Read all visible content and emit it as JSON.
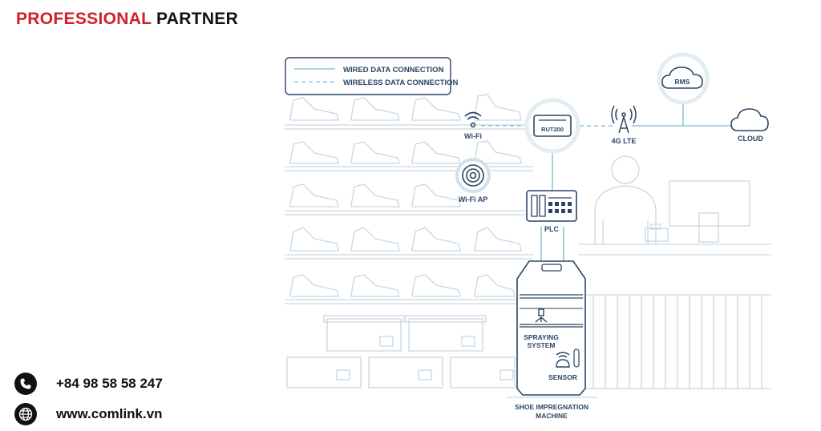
{
  "brand": {
    "part1": "PROFESSIONAL",
    "part2": "PARTNER"
  },
  "contact": {
    "phone": "+84 98 58 58 247",
    "website": "www.comlink.vn"
  },
  "legend": {
    "wired": "WIRED DATA CONNECTION",
    "wireless": "WIRELESS DATA CONNECTION"
  },
  "nodes": {
    "wifi": "Wi-Fi",
    "wifi_ap": "Wi-Fi AP",
    "router": "RUT200",
    "lte": "4G LTE",
    "rms": "RMS",
    "cloud": "CLOUD",
    "plc": "PLC",
    "spraying_1": "SPRAYING",
    "spraying_2": "SYSTEM",
    "sensor": "SENSOR",
    "machine_1": "SHOE IMPREGNATION",
    "machine_2": "MACHINE"
  },
  "colors": {
    "brand_red": "#d0202a",
    "navy": "#2a4566",
    "connection": "#8fc6d6",
    "background_lines": "#c9d7e3"
  },
  "icons": {
    "phone": "phone-icon",
    "web": "globe-icon"
  }
}
